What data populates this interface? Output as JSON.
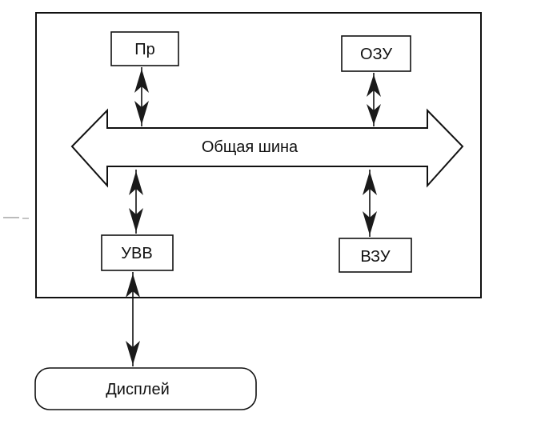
{
  "diagram": {
    "colors": {
      "stroke": "#111111",
      "background": "#ffffff",
      "arrowhead": "#1a1a1a"
    },
    "blocks": {
      "processor": "Пр",
      "ram": "ОЗУ",
      "io_device": "УВВ",
      "external_storage": "ВЗУ",
      "display": "Дисплей"
    },
    "bus": {
      "label": "Общая шина"
    },
    "connections": [
      {
        "from": "processor",
        "to": "bus",
        "type": "bidirectional"
      },
      {
        "from": "ram",
        "to": "bus",
        "type": "bidirectional"
      },
      {
        "from": "bus",
        "to": "io_device",
        "type": "bidirectional"
      },
      {
        "from": "bus",
        "to": "external_storage",
        "type": "bidirectional"
      },
      {
        "from": "io_device",
        "to": "display",
        "type": "bidirectional"
      }
    ]
  }
}
